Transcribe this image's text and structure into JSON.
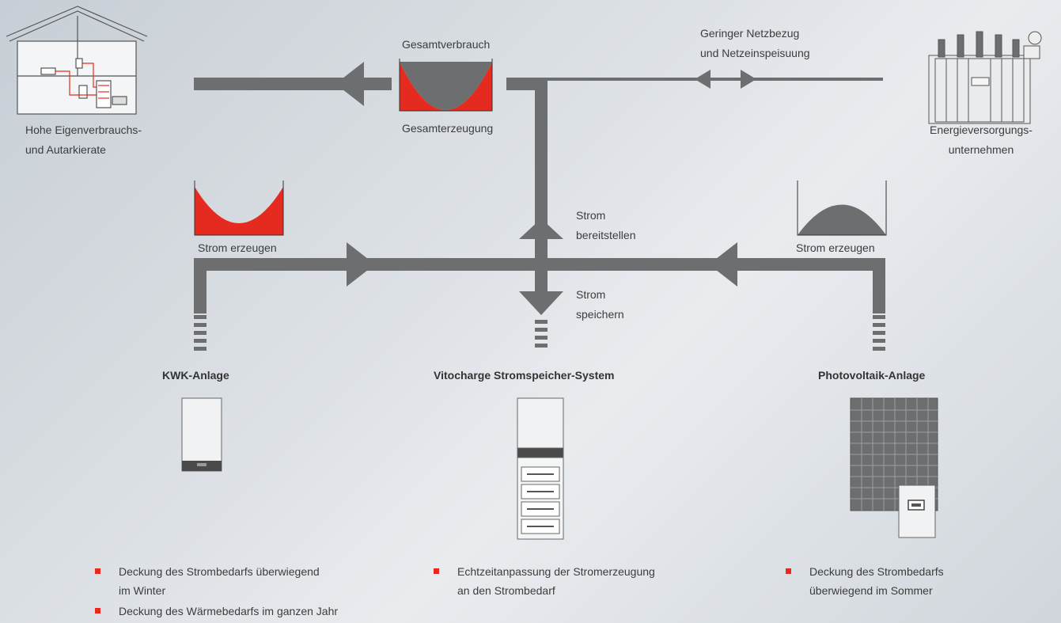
{
  "house": {
    "caption_line1": "Hohe Eigenverbrauchs-",
    "caption_line2": "und Autarkierate"
  },
  "balance": {
    "top_label": "Gesamtverbrauch",
    "bottom_label": "Gesamterzeugung"
  },
  "grid": {
    "flow_line1": "Geringer Netzbezug",
    "flow_line2": "und Netzeinspeisuung",
    "caption_line1": "Energieversorgungs-",
    "caption_line2": "unternehmen"
  },
  "kwk_curve_label": "Strom erzeugen",
  "pv_curve_label": "Strom erzeugen",
  "storage_provide_line1": "Strom",
  "storage_provide_line2": "bereitstellen",
  "storage_store_line1": "Strom",
  "storage_store_line2": "speichern",
  "sections": {
    "kwk": {
      "title": "KWK-Anlage",
      "bullets": [
        "Deckung des Strombedarfs überwiegend",
        "im Winter",
        "Deckung des Wärmebedarfs im ganzen Jahr"
      ]
    },
    "storage": {
      "title": "Vitocharge Stromspeicher-System",
      "bullets": [
        "Echtzeitanpassung der Stromerzeugung",
        "an den Strombedarf"
      ]
    },
    "pv": {
      "title": "Photovoltaik-Anlage",
      "bullets": [
        "Deckung des Strombedarfs",
        "überwiegend im Sommer"
      ]
    }
  },
  "colors": {
    "flow_gray": "#6d6e70",
    "accent_red": "#e52b1f"
  }
}
